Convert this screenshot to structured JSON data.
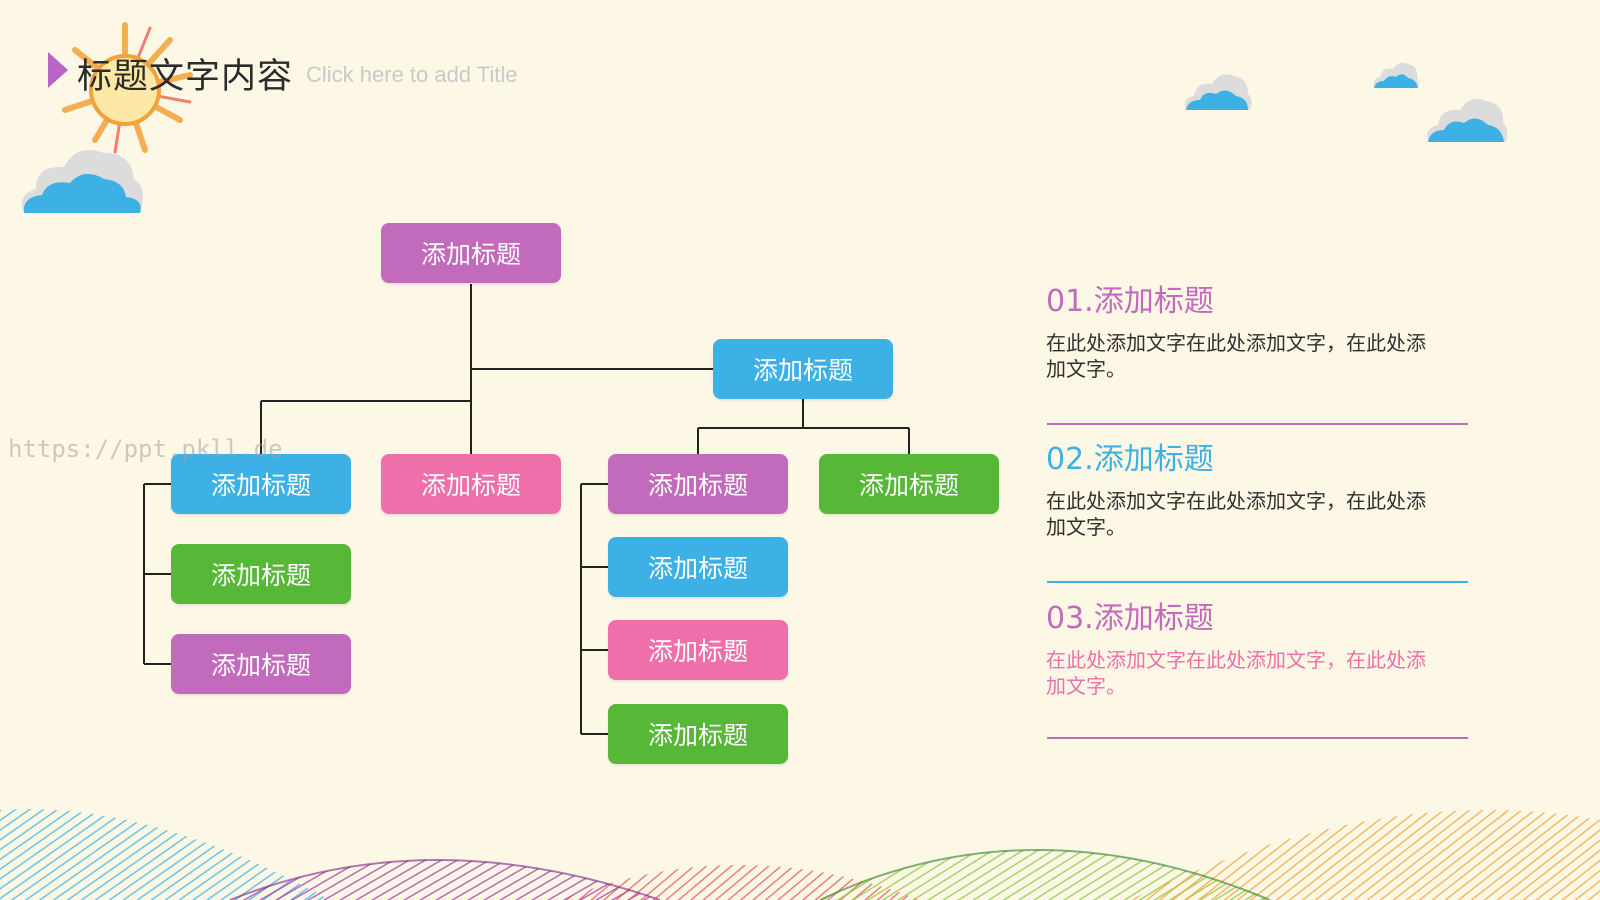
{
  "header": {
    "title": "标题文字内容",
    "subtitle": "Click here to add Title"
  },
  "watermark": "https://ppt.pkll.de",
  "colors": {
    "purple": "#c26bbd",
    "blue": "#3db0e6",
    "pink": "#ee6fa9",
    "green": "#57b737",
    "line": "#222222",
    "background": "#fdf8e6"
  },
  "org_chart": {
    "root": {
      "label": "添加标题",
      "color": "purple"
    },
    "level1": [
      {
        "label": "添加标题",
        "color": "blue",
        "children": [
          {
            "label": "添加标题",
            "color": "green"
          },
          {
            "label": "添加标题",
            "color": "purple"
          }
        ]
      },
      {
        "label": "添加标题",
        "color": "pink",
        "children": []
      },
      {
        "label": "添加标题",
        "color": "blue",
        "children": [
          {
            "label": "添加标题",
            "color": "purple",
            "children": [
              {
                "label": "添加标题",
                "color": "blue"
              },
              {
                "label": "添加标题",
                "color": "pink"
              },
              {
                "label": "添加标题",
                "color": "green"
              }
            ]
          },
          {
            "label": "添加标题",
            "color": "green",
            "children": []
          }
        ]
      }
    ]
  },
  "side_list": {
    "items": [
      {
        "heading": "01.添加标题",
        "text": "在此处添加文字在此处添加文字，在此处添加文字。",
        "heading_color": "#c26bbd",
        "text_color": "#2f2f2f",
        "rule_color": "#c26bbd"
      },
      {
        "heading": "02.添加标题",
        "text": "在此处添加文字在此处添加文字，在此处添加文字。",
        "heading_color": "#3db0e6",
        "text_color": "#2f2f2f",
        "rule_color": "#3db0e6"
      },
      {
        "heading": "03.添加标题",
        "text": "在此处添加文字在此处添加文字，在此处添加文字。",
        "heading_color": "#c26bbd",
        "text_color": "#ee6fa9",
        "rule_color": "#c26bbd"
      }
    ]
  }
}
